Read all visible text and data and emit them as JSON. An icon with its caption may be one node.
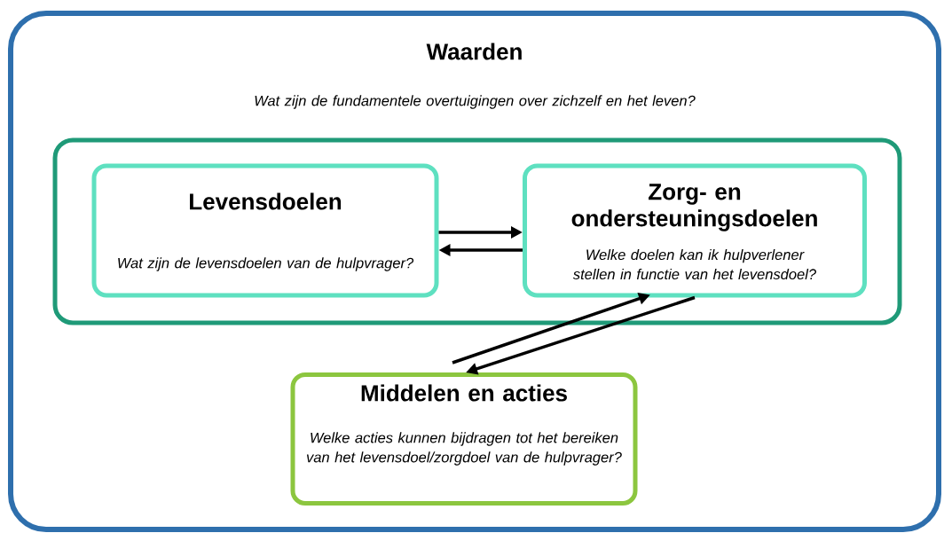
{
  "diagram": {
    "nodes": [
      {
        "text": [
          "Waarden",
          "Wat zijn de fundamentele overtuigingen over zichzelf en het leven?"
        ]
      },
      {
        "text": [],
        "shape": "box",
        "in": 0
      },
      {
        "text": [
          "Levensdoelen",
          "Wat zijn de levensdoelen van de hulpvrager?"
        ],
        "in": 1
      },
      {
        "text": [
          "Zorg- en ondersteuningsdoelen",
          "Welke doelen kan ik hulpverlener stellen in functie van het levensdoel?"
        ],
        "in": 1
      },
      {
        "text": [
          "Middelen en acties",
          "Welke acties kunnen bijdragen tot het bereiken van het levensdoel/zorgdoel van de hulpvrager?"
        ],
        "in": 0
      }
    ],
    "edges": [
      {
        "from": 2,
        "to": 3,
        "arrow": "to"
      },
      {
        "from": 3,
        "to": 2,
        "arrow": "to"
      },
      {
        "from": 4,
        "to": 3,
        "arrow": "to"
      },
      {
        "from": 3,
        "to": 4,
        "arrow": "to"
      }
    ]
  }
}
